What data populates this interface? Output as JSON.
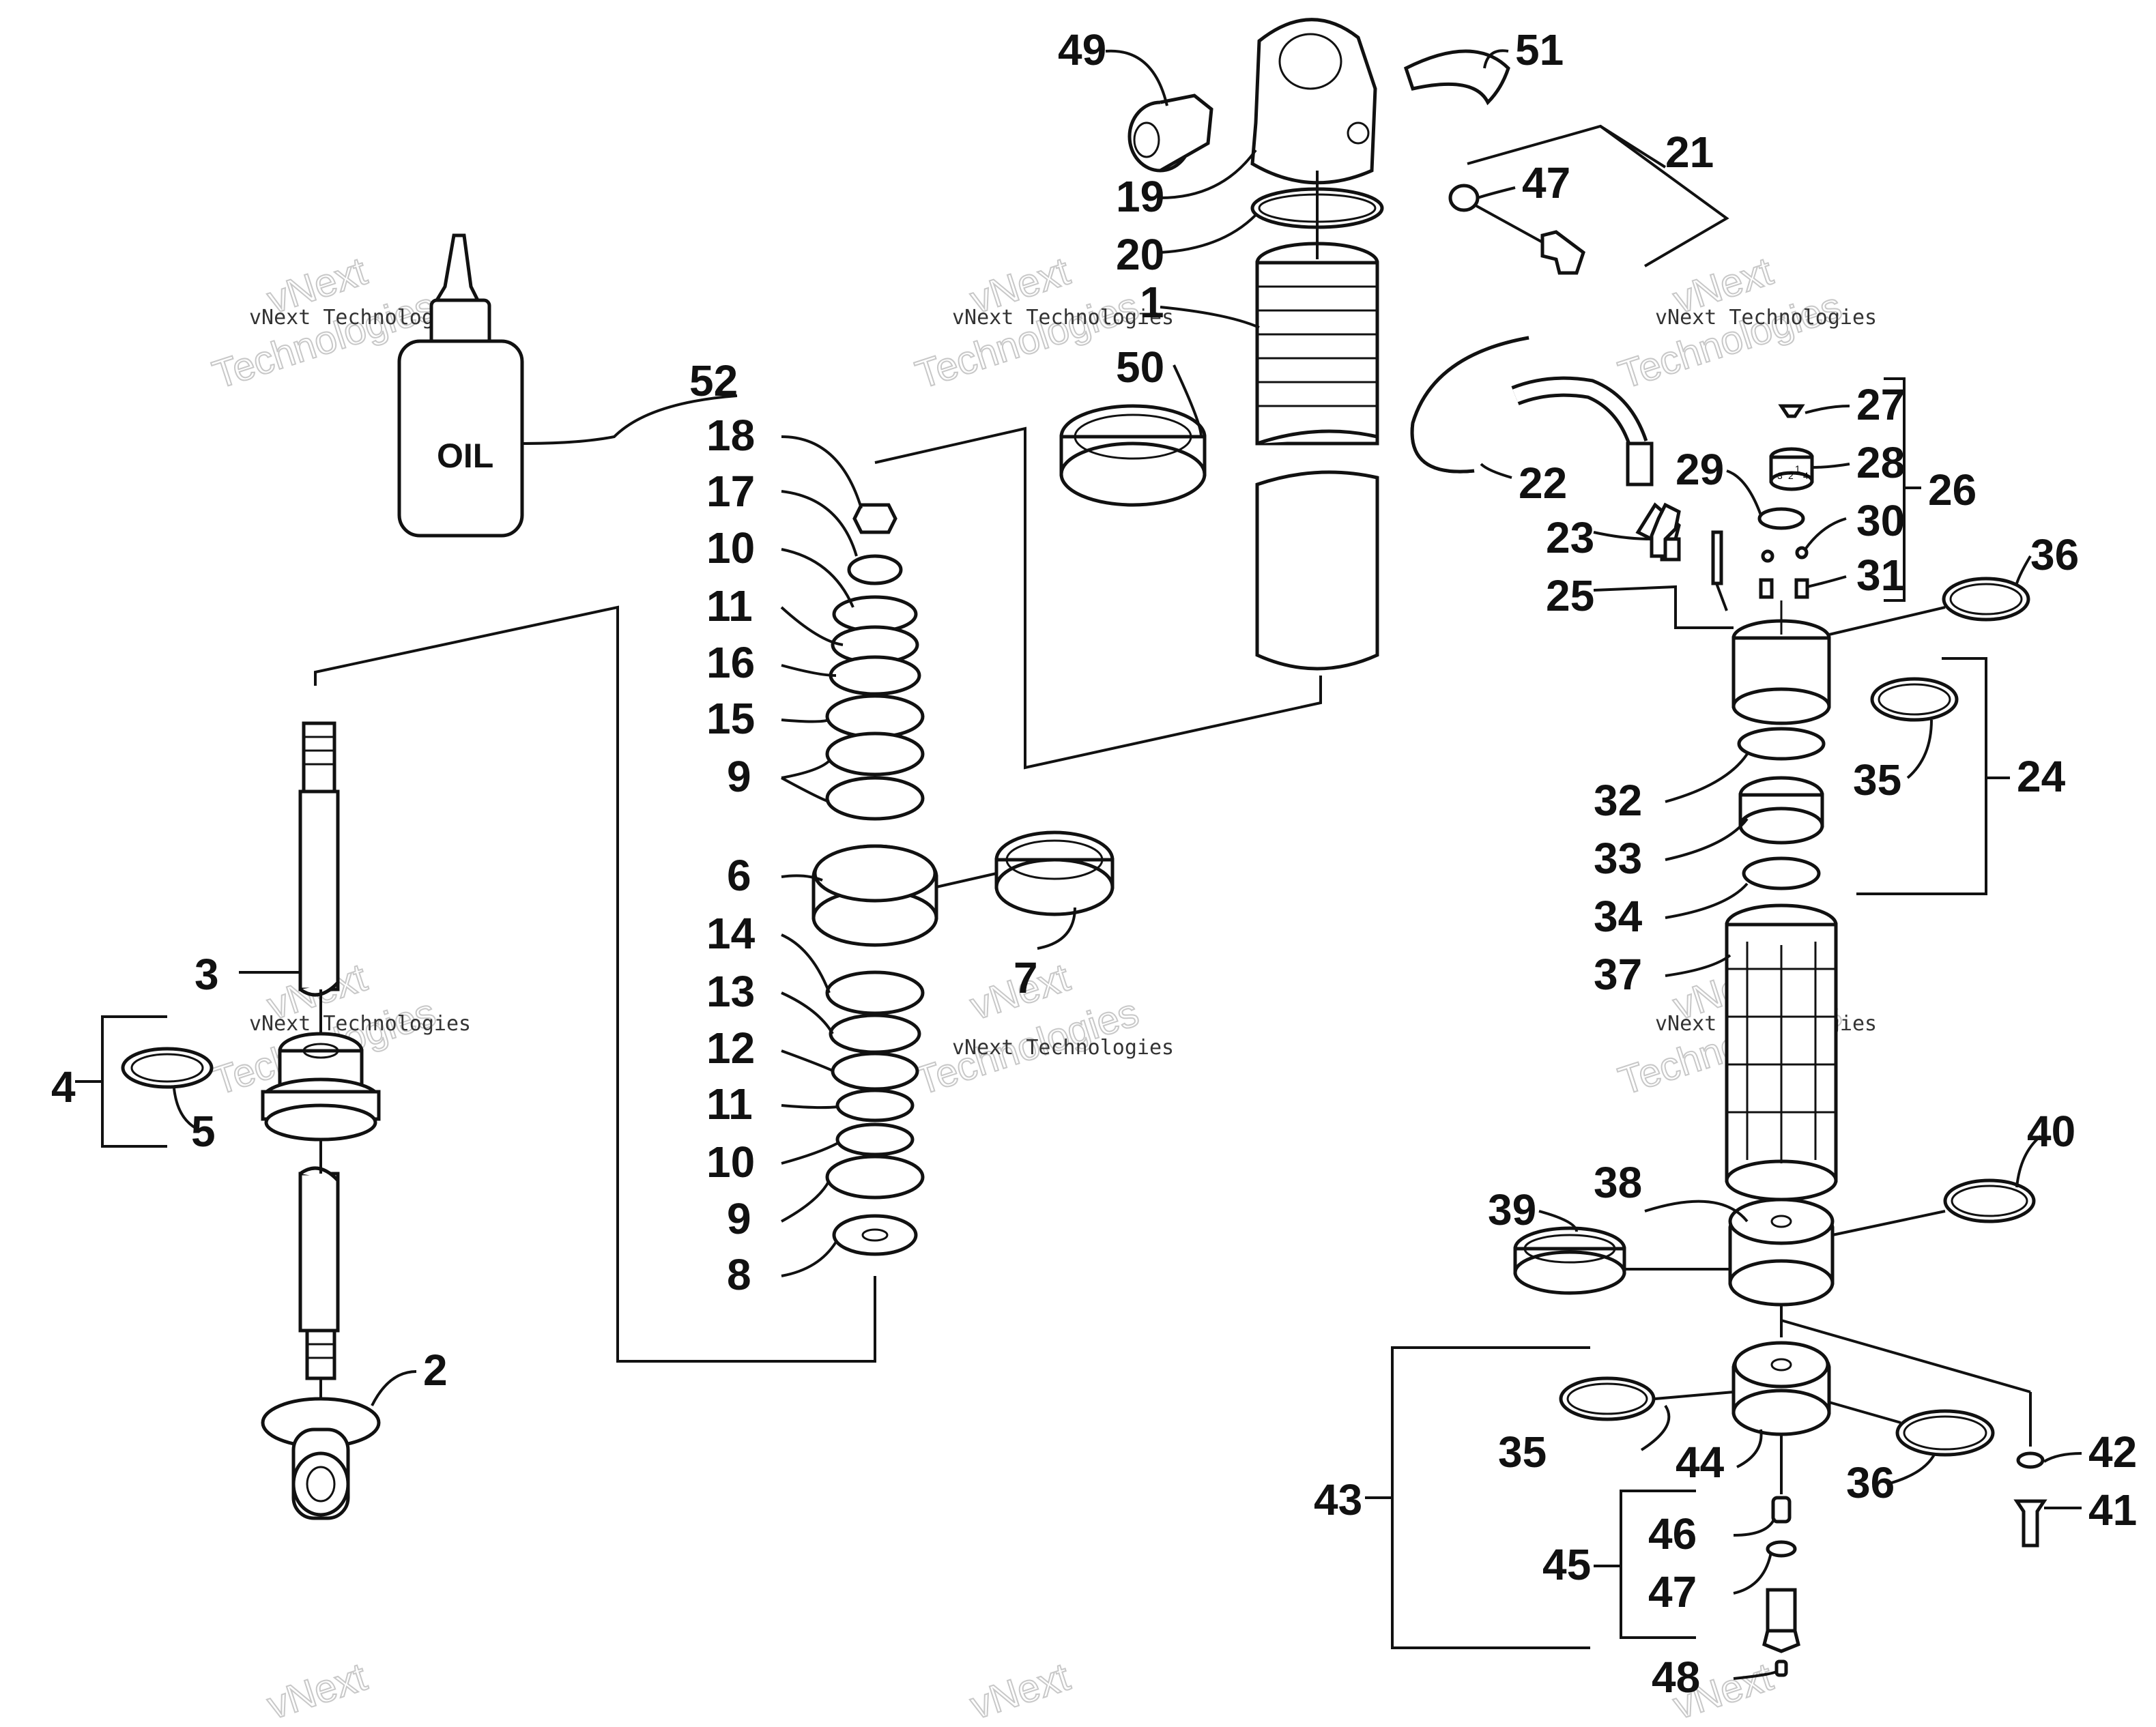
{
  "diagram": {
    "callouts": [
      {
        "id": "label-1",
        "text": "1"
      },
      {
        "id": "label-2",
        "text": "2"
      },
      {
        "id": "label-3",
        "text": "3"
      },
      {
        "id": "label-4",
        "text": "4"
      },
      {
        "id": "label-5",
        "text": "5"
      },
      {
        "id": "label-6",
        "text": "6"
      },
      {
        "id": "label-7",
        "text": "7"
      },
      {
        "id": "label-8",
        "text": "8"
      },
      {
        "id": "label-9a",
        "text": "9"
      },
      {
        "id": "label-9b",
        "text": "9"
      },
      {
        "id": "label-10a",
        "text": "10"
      },
      {
        "id": "label-10b",
        "text": "10"
      },
      {
        "id": "label-11a",
        "text": "11"
      },
      {
        "id": "label-11b",
        "text": "11"
      },
      {
        "id": "label-12",
        "text": "12"
      },
      {
        "id": "label-13",
        "text": "13"
      },
      {
        "id": "label-14",
        "text": "14"
      },
      {
        "id": "label-15",
        "text": "15"
      },
      {
        "id": "label-16",
        "text": "16"
      },
      {
        "id": "label-17",
        "text": "17"
      },
      {
        "id": "label-18",
        "text": "18"
      },
      {
        "id": "label-19",
        "text": "19"
      },
      {
        "id": "label-20",
        "text": "20"
      },
      {
        "id": "label-21",
        "text": "21"
      },
      {
        "id": "label-22",
        "text": "22"
      },
      {
        "id": "label-23",
        "text": "23"
      },
      {
        "id": "label-24",
        "text": "24"
      },
      {
        "id": "label-25",
        "text": "25"
      },
      {
        "id": "label-26",
        "text": "26"
      },
      {
        "id": "label-27",
        "text": "27"
      },
      {
        "id": "label-28",
        "text": "28"
      },
      {
        "id": "label-29",
        "text": "29"
      },
      {
        "id": "label-30",
        "text": "30"
      },
      {
        "id": "label-31",
        "text": "31"
      },
      {
        "id": "label-32",
        "text": "32"
      },
      {
        "id": "label-33",
        "text": "33"
      },
      {
        "id": "label-34",
        "text": "34"
      },
      {
        "id": "label-35a",
        "text": "35"
      },
      {
        "id": "label-35b",
        "text": "35"
      },
      {
        "id": "label-36a",
        "text": "36"
      },
      {
        "id": "label-36b",
        "text": "36"
      },
      {
        "id": "label-37",
        "text": "37"
      },
      {
        "id": "label-38",
        "text": "38"
      },
      {
        "id": "label-39",
        "text": "39"
      },
      {
        "id": "label-40",
        "text": "40"
      },
      {
        "id": "label-41",
        "text": "41"
      },
      {
        "id": "label-42",
        "text": "42"
      },
      {
        "id": "label-43",
        "text": "43"
      },
      {
        "id": "label-44",
        "text": "44"
      },
      {
        "id": "label-45",
        "text": "45"
      },
      {
        "id": "label-46",
        "text": "46"
      },
      {
        "id": "label-47a",
        "text": "47"
      },
      {
        "id": "label-47b",
        "text": "47"
      },
      {
        "id": "label-48",
        "text": "48"
      },
      {
        "id": "label-49",
        "text": "49"
      },
      {
        "id": "label-50",
        "text": "50"
      },
      {
        "id": "label-51",
        "text": "51"
      },
      {
        "id": "label-52",
        "text": "52"
      }
    ],
    "oil_bottle_label": "OIL",
    "adjuster_knob_marks": [
      "3",
      "2",
      "1",
      "4"
    ],
    "watermark": {
      "line1": "vNext Technologies",
      "line2": "vNext",
      "line3": "Technologies"
    }
  }
}
